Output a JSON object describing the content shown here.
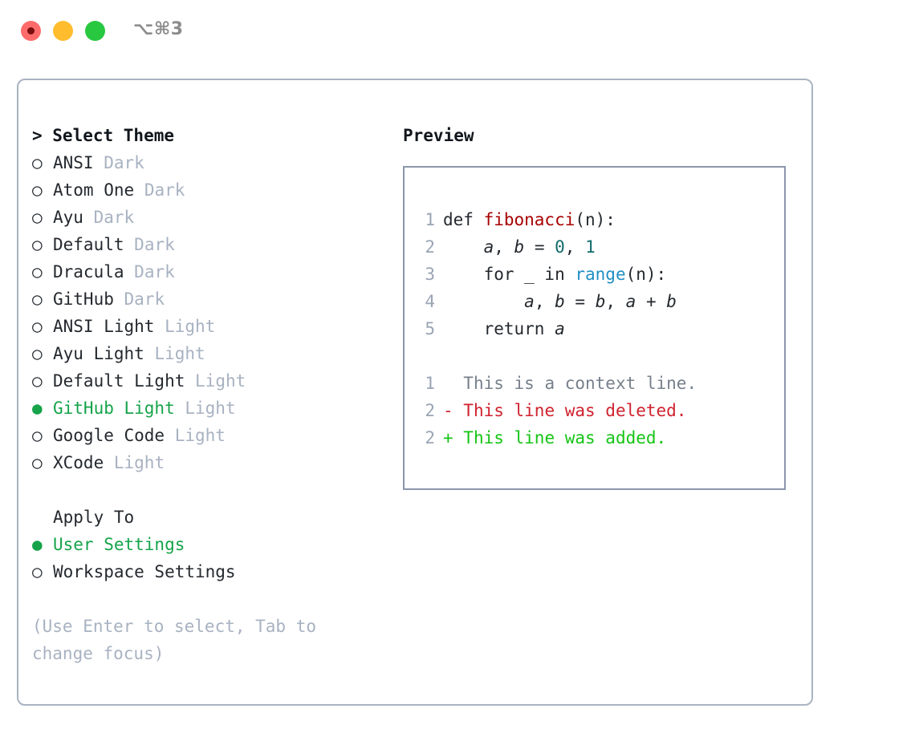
{
  "window": {
    "shortcut": "⌥⌘3",
    "traffic_lights": [
      {
        "name": "close-button",
        "color": "#ff6b6b"
      },
      {
        "name": "minimize-button",
        "color": "#ffbd2e"
      },
      {
        "name": "maximize-button",
        "color": "#28c840"
      }
    ]
  },
  "theme_picker": {
    "header": "> Select Theme",
    "bullet_unselected": "○",
    "bullet_selected": "●",
    "options": [
      {
        "bullet": "○",
        "name": "ANSI",
        "badge": "Dark",
        "selected": false
      },
      {
        "bullet": "○",
        "name": "Atom One",
        "badge": "Dark",
        "selected": false
      },
      {
        "bullet": "○",
        "name": "Ayu",
        "badge": "Dark",
        "selected": false
      },
      {
        "bullet": "○",
        "name": "Default",
        "badge": "Dark",
        "selected": false
      },
      {
        "bullet": "○",
        "name": "Dracula",
        "badge": "Dark",
        "selected": false
      },
      {
        "bullet": "○",
        "name": "GitHub",
        "badge": "Dark",
        "selected": false
      },
      {
        "bullet": "○",
        "name": "ANSI Light",
        "badge": "Light",
        "selected": false
      },
      {
        "bullet": "○",
        "name": "Ayu Light",
        "badge": "Light",
        "selected": false
      },
      {
        "bullet": "○",
        "name": "Default Light",
        "badge": "Light",
        "selected": false
      },
      {
        "bullet": "●",
        "name": "GitHub Light",
        "badge": "Light",
        "selected": true
      },
      {
        "bullet": "○",
        "name": "Google Code",
        "badge": "Light",
        "selected": false
      },
      {
        "bullet": "○",
        "name": "XCode",
        "badge": "Light",
        "selected": false
      }
    ]
  },
  "apply_to": {
    "header": "Apply To",
    "options": [
      {
        "bullet": "●",
        "name": "User Settings",
        "selected": true
      },
      {
        "bullet": "○",
        "name": "Workspace Settings",
        "selected": false
      }
    ]
  },
  "hint": "(Use Enter to select, Tab to change focus)",
  "preview": {
    "header": "Preview",
    "code_lines": [
      {
        "no": "1",
        "tokens": [
          {
            "t": "def ",
            "c": "kw"
          },
          {
            "t": "fibonacci",
            "c": "fn"
          },
          {
            "t": "(n):",
            "c": "plain"
          }
        ]
      },
      {
        "no": "2",
        "tokens": [
          {
            "t": "    ",
            "c": "plain"
          },
          {
            "t": "a",
            "c": "var"
          },
          {
            "t": ", ",
            "c": "plain"
          },
          {
            "t": "b",
            "c": "var"
          },
          {
            "t": " = ",
            "c": "plain"
          },
          {
            "t": "0",
            "c": "num"
          },
          {
            "t": ", ",
            "c": "plain"
          },
          {
            "t": "1",
            "c": "num"
          }
        ]
      },
      {
        "no": "3",
        "tokens": [
          {
            "t": "    for _ in ",
            "c": "kw"
          },
          {
            "t": "range",
            "c": "call"
          },
          {
            "t": "(n):",
            "c": "plain"
          }
        ]
      },
      {
        "no": "4",
        "tokens": [
          {
            "t": "        ",
            "c": "plain"
          },
          {
            "t": "a",
            "c": "var"
          },
          {
            "t": ", ",
            "c": "plain"
          },
          {
            "t": "b",
            "c": "var"
          },
          {
            "t": " = ",
            "c": "plain"
          },
          {
            "t": "b",
            "c": "var"
          },
          {
            "t": ", ",
            "c": "plain"
          },
          {
            "t": "a",
            "c": "var"
          },
          {
            "t": " + ",
            "c": "plain"
          },
          {
            "t": "b",
            "c": "var"
          }
        ]
      },
      {
        "no": "5",
        "tokens": [
          {
            "t": "    return ",
            "c": "kw"
          },
          {
            "t": "a",
            "c": "var"
          }
        ]
      }
    ],
    "diff_lines": [
      {
        "no": "1",
        "marker": " ",
        "text": " This is a context line.",
        "kind": "context"
      },
      {
        "no": "2",
        "marker": "-",
        "text": " This line was deleted.",
        "kind": "deleted"
      },
      {
        "no": "2",
        "marker": "+",
        "text": " This line was added.",
        "kind": "added"
      }
    ]
  },
  "colors": {
    "selection_green": "#16a34a",
    "diff_add_green": "#15c415",
    "diff_del_red": "#cf222e",
    "function_red": "#a80000",
    "number_teal": "#116b6b",
    "call_blue": "#1f8fc4",
    "badge_gray": "#a8b2c1",
    "linenumber_gray": "#9aa5b4",
    "panel_border": "#aab4c2",
    "preview_border": "#8b97ab"
  }
}
